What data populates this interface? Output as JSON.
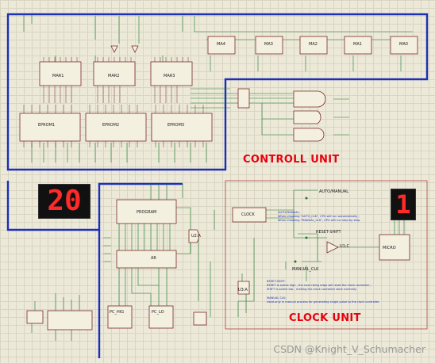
{
  "sections": {
    "control_unit": {
      "title": "CONTROLL UNIT"
    },
    "clock_unit": {
      "title": "CLOCK UNIT"
    }
  },
  "chips": {
    "mar1": "MAR1",
    "mar2": "MAR2",
    "mar3": "MAR3",
    "eprom1": "EPROM1",
    "eprom2": "EPROM2",
    "eprom3": "EPROM3",
    "ma": [
      "MA4",
      "MA3",
      "MA2",
      "MA1",
      "MA0"
    ],
    "program": "PROGRAM",
    "ar": "AR",
    "clock": "CLOCK",
    "pc_hi": "PC_HIG",
    "pc_lo": "PC_LO",
    "u2a": "U2:A",
    "u3a": "U3:A",
    "u1c": "U1:C",
    "micro": "MICRO"
  },
  "displays": {
    "left": "20",
    "right": "1"
  },
  "clock_labels": {
    "auto_manual": "AUTO/MANUAL",
    "reset_shift": "RESET-SHIFT",
    "manual_clk": "MANUAL_CLK"
  },
  "notes": {
    "auto_manual_head": "AUTO/MANUAL:",
    "auto_manual_1": "When choosing \"AUTO_CLK\", CPU will run automatically ;",
    "auto_manual_2": "When choosing \"MANUAL_CLK\", CPU will run step by step.",
    "reset_head": "RESET-SHIFT:",
    "reset_1": "RESET is active high , the next rising edge will reset the clock controller ;",
    "reset_2": "SHIFT is active low , making the clock controller work normally.",
    "manual_head": "MANUAL CLK:",
    "manual_1": "Used only in manual process for generating single pulse to the clock controller."
  },
  "watermark": "CSDN @Knight_V_Schumacher",
  "colors": {
    "bus": "#1b2fb8",
    "wire": "#1a7a2a",
    "chip_border": "#7a2a2a",
    "section_title": "#e8000d",
    "frame": "#b04040"
  }
}
